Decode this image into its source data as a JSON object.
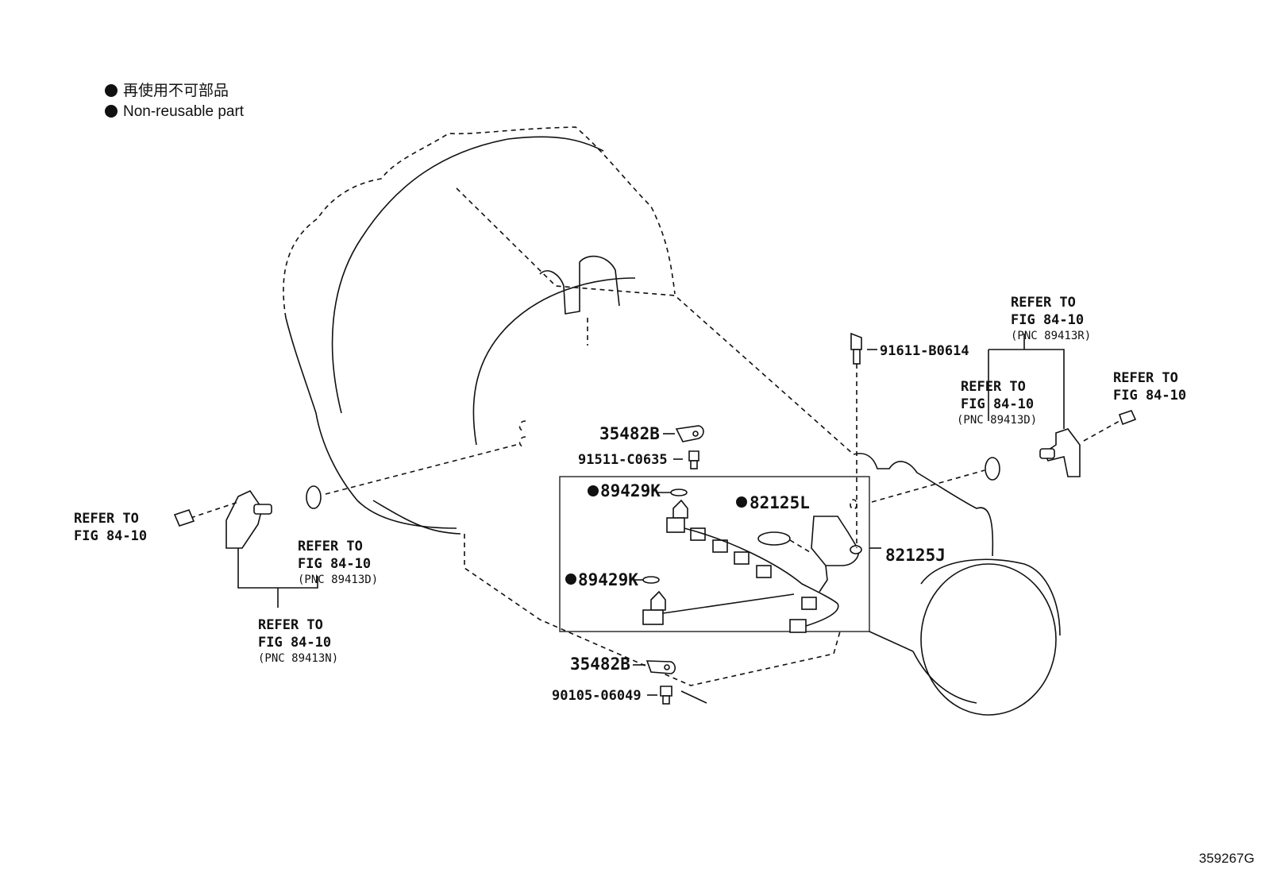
{
  "legend": {
    "items": [
      {
        "text": "再使用不可部品"
      },
      {
        "text": "Non-reusable part"
      }
    ]
  },
  "refer": {
    "line1": "REFER TO",
    "line2": "FIG 84-10",
    "pnc_89413D": "(PNC 89413D)",
    "pnc_89413N": "(PNC 89413N)",
    "pnc_89413R": "(PNC 89413R)"
  },
  "parts": {
    "p35482B_top": "35482B",
    "p91511": "91511-C0635",
    "p89429K_top": "89429K",
    "p82125L": "82125L",
    "p89429K_bottom": "89429K",
    "p82125J": "82125J",
    "p91611": "91611-B0614",
    "p35482B_bottom": "35482B",
    "p90105": "90105-06049"
  },
  "figure_id": "359267G",
  "colors": {
    "ink": "#111111",
    "background": "#ffffff"
  }
}
